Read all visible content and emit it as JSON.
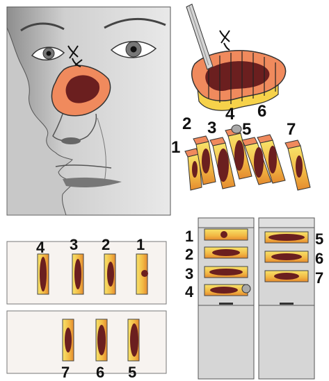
{
  "step_numbers": {
    "sections_3d": [
      "1",
      "2",
      "3",
      "4",
      "5",
      "6",
      "7"
    ],
    "slide_top_row": [
      "4",
      "3",
      "2",
      "1"
    ],
    "slide_bottom_row": [
      "7",
      "6",
      "5"
    ],
    "cassette_left": [
      "1",
      "2",
      "3",
      "4"
    ],
    "cassette_right": [
      "5",
      "6",
      "7"
    ]
  },
  "colors": {
    "skin": "#d9d9d9",
    "skin_shadow": "#9a9a9a",
    "excision_margin": "#f08a5d",
    "lesion": "#6b1f1f",
    "section_yellow": "#f6d24a",
    "section_orange": "#e78f3e",
    "slide_fill": "#f7f3f0",
    "cassette_fill": "#d6d6d6",
    "nodule_grey": "#a9a9a9"
  },
  "icons": [
    "scalpel-icon",
    "suture-icon"
  ]
}
